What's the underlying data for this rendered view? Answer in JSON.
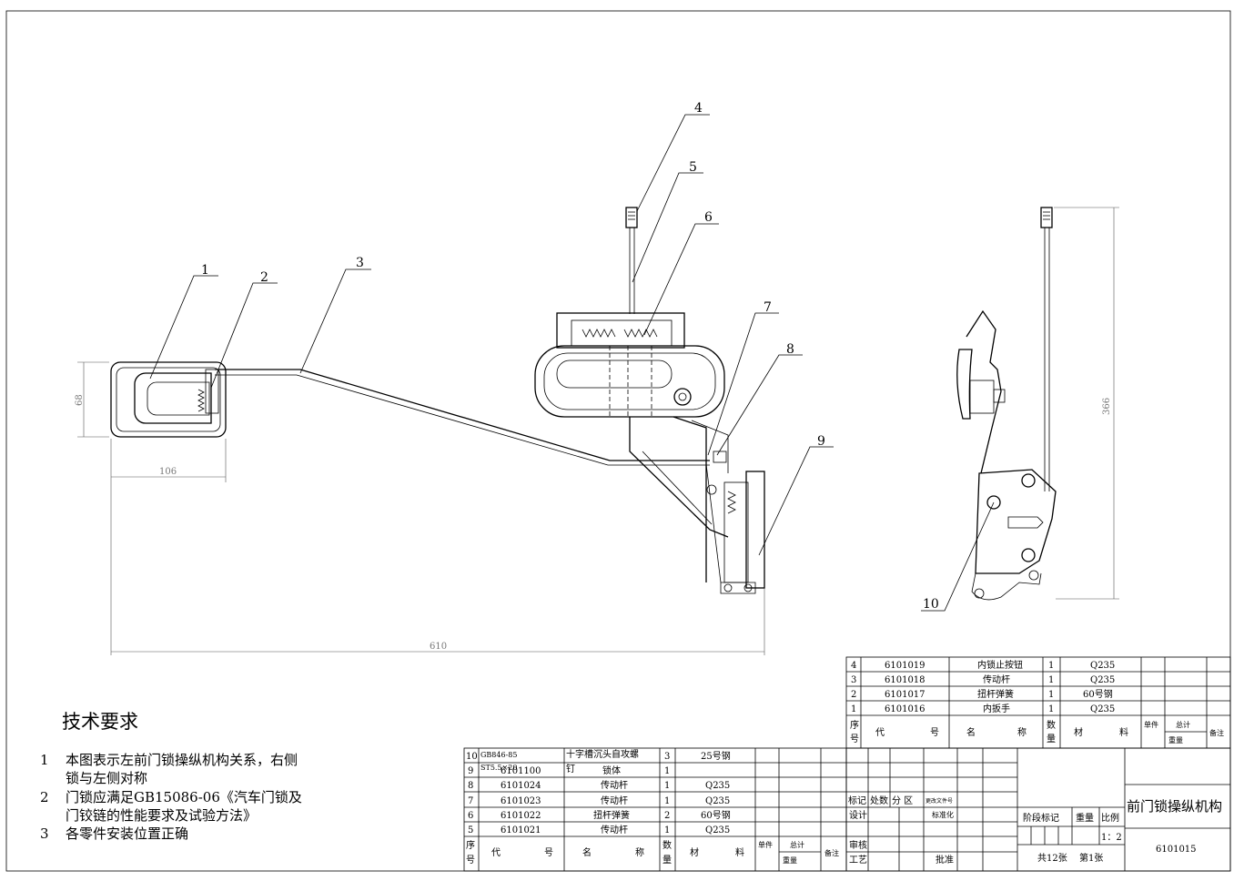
{
  "drawing": {
    "title": "前门锁操纵机构",
    "drawing_number": "6101015",
    "scale": "1：2",
    "sheet_total": "共12张",
    "sheet_current": "第1张"
  },
  "balloons": [
    "1",
    "2",
    "3",
    "4",
    "5",
    "6",
    "7",
    "8",
    "9",
    "10"
  ],
  "dimensions": {
    "handle_height": "68",
    "handle_width": "106",
    "overall_width": "610",
    "lever_height": "366"
  },
  "requirements": {
    "heading": "技术要求",
    "items": [
      {
        "num": "1",
        "line1": "本图表示左前门锁操纵机构关系，右侧",
        "line2": "锁与左侧对称"
      },
      {
        "num": "2",
        "line1": "门锁应满足GB15086-06《汽车门锁及",
        "line2": "门铰链的性能要求及试验方法》"
      },
      {
        "num": "3",
        "line1": "各零件安装位置正确",
        "line2": ""
      }
    ]
  },
  "bom_left": {
    "rows": [
      {
        "seq": "10",
        "code": "GB846-85",
        "code2": "ST5.5×20",
        "name": "十字槽沉头自攻螺",
        "name2": "钉",
        "qty": "3",
        "material": "25号钢"
      },
      {
        "seq": "9",
        "code": "6101100",
        "name": "锁体",
        "qty": "1",
        "material": ""
      },
      {
        "seq": "8",
        "code": "6101024",
        "name": "传动杆",
        "qty": "1",
        "material": "Q235"
      },
      {
        "seq": "7",
        "code": "6101023",
        "name": "传动杆",
        "qty": "1",
        "material": "Q235"
      },
      {
        "seq": "6",
        "code": "6101022",
        "name": "扭杆弹簧",
        "qty": "2",
        "material": "60号钢"
      },
      {
        "seq": "5",
        "code": "6101021",
        "name": "传动杆",
        "qty": "1",
        "material": "Q235"
      }
    ],
    "header": {
      "seq_a": "序",
      "seq_b": "号",
      "code_a": "代",
      "code_b": "号",
      "name_a": "名",
      "name_b": "称",
      "qty_a": "数",
      "qty_b": "量",
      "mat_a": "材",
      "mat_b": "料",
      "unit": "单件",
      "total": "总计",
      "weight": "重量",
      "remark": "备注"
    }
  },
  "bom_right": {
    "rows": [
      {
        "seq": "4",
        "code": "6101019",
        "name": "内锁止按钮",
        "qty": "1",
        "material": "Q235"
      },
      {
        "seq": "3",
        "code": "6101018",
        "name": "传动杆",
        "qty": "1",
        "material": "Q235"
      },
      {
        "seq": "2",
        "code": "6101017",
        "name": "扭杆弹簧",
        "qty": "1",
        "material": "60号钢"
      },
      {
        "seq": "1",
        "code": "6101016",
        "name": "内扳手",
        "qty": "1",
        "material": "Q235"
      }
    ]
  },
  "title_block": {
    "rev_labels": {
      "mark": "标记",
      "count": "处数",
      "zone": "分  区",
      "doc": "更改文件号"
    },
    "design": "设计",
    "standard": "标准化",
    "review": "审核",
    "process": "工艺",
    "approve": "批准",
    "stage": "阶段标记",
    "weight": "重量",
    "ratio": "比例"
  }
}
